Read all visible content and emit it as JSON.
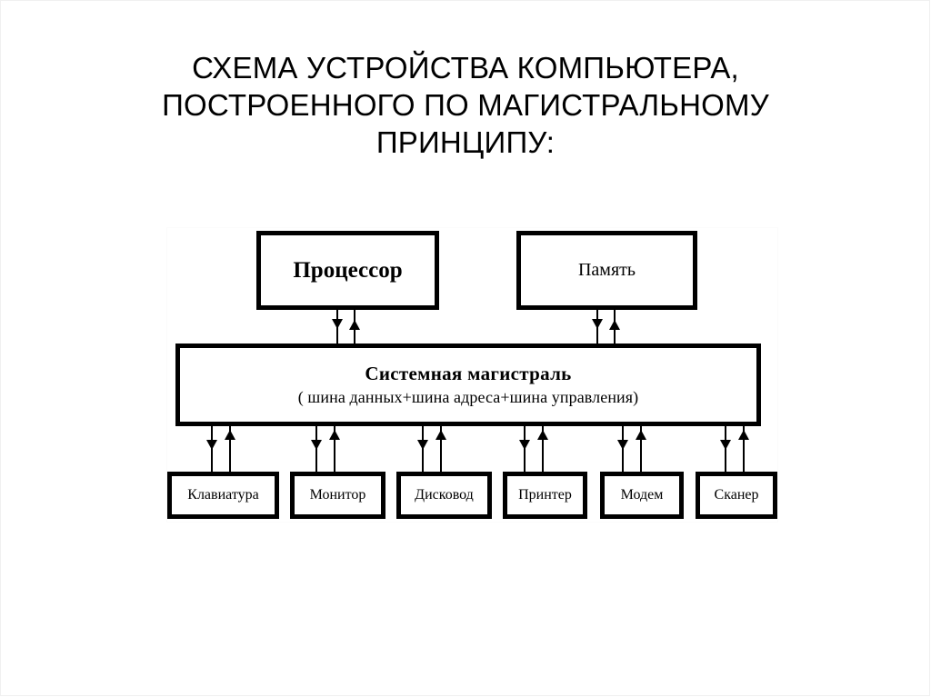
{
  "slide": {
    "title": "СХЕМА УСТРОЙСТВА КОМПЬЮТЕРА,\nПОСТРОЕННОГО ПО МАГИСТРАЛЬНОМУ\nПРИНЦИПУ:",
    "background_color": "#ffffff",
    "ink_color": "#000000"
  },
  "diagram": {
    "type": "block-diagram",
    "nodes": {
      "cpu": {
        "label": "Процессор"
      },
      "memory": {
        "label": "Память"
      },
      "bus": {
        "title": "Системная магистраль",
        "subtitle": "( шина данных+шина  адреса+шина управления)"
      }
    },
    "devices": [
      {
        "label": "Клавиатура"
      },
      {
        "label": "Монитор"
      },
      {
        "label": "Дисковод"
      },
      {
        "label": "Принтер"
      },
      {
        "label": "Модем"
      },
      {
        "label": "Сканер"
      }
    ],
    "connections": [
      {
        "from": "cpu",
        "to": "bus",
        "direction": "bidirectional"
      },
      {
        "from": "memory",
        "to": "bus",
        "direction": "bidirectional"
      },
      {
        "from": "bus",
        "to": "Клавиатура",
        "direction": "bidirectional"
      },
      {
        "from": "bus",
        "to": "Монитор",
        "direction": "bidirectional"
      },
      {
        "from": "bus",
        "to": "Дисковод",
        "direction": "bidirectional"
      },
      {
        "from": "bus",
        "to": "Принтер",
        "direction": "bidirectional"
      },
      {
        "from": "bus",
        "to": "Модем",
        "direction": "bidirectional"
      },
      {
        "from": "bus",
        "to": "Сканер",
        "direction": "bidirectional"
      }
    ]
  }
}
